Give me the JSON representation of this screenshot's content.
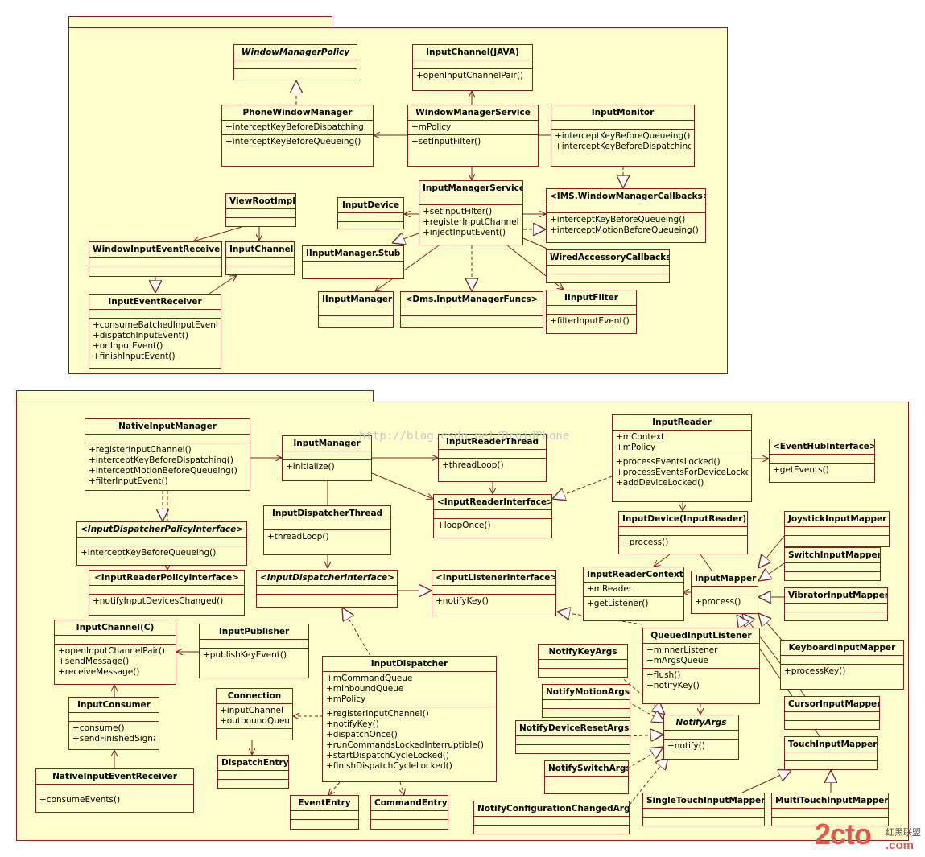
{
  "watermark": "http://blog.csdn.net/DroidPhone",
  "logo": {
    "main": "2cto",
    "suffix": ".com",
    "cn": "红黑联盟"
  },
  "classes": {
    "wmp": {
      "name": "WindowManagerPolicy",
      "attrs": [],
      "ops": []
    },
    "icj": {
      "name": "InputChannel(JAVA)",
      "attrs": [],
      "ops": [
        "+openInputChannelPair()"
      ]
    },
    "pwm": {
      "name": "PhoneWindowManager",
      "attrs": [
        "+interceptKeyBeforeDispatching"
      ],
      "ops": [
        "+interceptKeyBeforeQueueing()"
      ]
    },
    "wms": {
      "name": "WindowManagerService",
      "attrs": [
        "+mPolicy"
      ],
      "ops": [
        "+setInputFilter()"
      ]
    },
    "imon": {
      "name": "InputMonitor",
      "attrs": [],
      "ops": [
        "+interceptKeyBeforeQueueing()",
        "+interceptKeyBeforeDispatching()"
      ]
    },
    "vri": {
      "name": "ViewRootImpl",
      "attrs": [],
      "ops": []
    },
    "idev": {
      "name": "InputDevice",
      "attrs": [],
      "ops": []
    },
    "ims": {
      "name": "InputManagerService",
      "attrs": [],
      "ops": [
        "+setInputFilter()",
        "+registerInputChannel()",
        "+injectInputEvent()"
      ]
    },
    "wmc": {
      "name": "<IMS.WindowManagerCallbacks>",
      "attrs": [],
      "ops": [
        "+interceptKeyBeforeQueueing()",
        "+interceptMotionBeforeQueueing()"
      ]
    },
    "wier": {
      "name": "WindowInputEventReceiver",
      "attrs": [],
      "ops": []
    },
    "ich": {
      "name": "InputChannel",
      "attrs": [],
      "ops": []
    },
    "ims_stub": {
      "name": "IInputManager.Stub",
      "attrs": [],
      "ops": []
    },
    "wac": {
      "name": "WiredAccessoryCallbacks",
      "attrs": [],
      "ops": []
    },
    "ier": {
      "name": "InputEventReceiver",
      "attrs": [],
      "ops": [
        "+consumeBatchedInputEvents()",
        "+dispatchInputEvent()",
        "+onInputEvent()",
        "+finishInputEvent()"
      ]
    },
    "iim": {
      "name": "IInputManager",
      "attrs": [],
      "ops": []
    },
    "dims": {
      "name": "<Dms.InputManagerFuncs>",
      "attrs": [],
      "ops": []
    },
    "iif": {
      "name": "IInputFilter",
      "attrs": [],
      "ops": [
        "+filterInputEvent()"
      ]
    },
    "nim": {
      "name": "NativeInputManager",
      "attrs": [],
      "ops": [
        "+registerInputChannel()",
        "+interceptKeyBeforeDispatching()",
        "+interceptMotionBeforeQueueing()",
        "+filterInputEvent()"
      ]
    },
    "im": {
      "name": "InputManager",
      "attrs": [],
      "ops": [
        "+initialize()"
      ]
    },
    "irt": {
      "name": "InputReaderThread",
      "attrs": [],
      "ops": [
        "+threadLoop()"
      ]
    },
    "ir": {
      "name": "InputReader",
      "attrs": [
        "+mContext",
        "+mPolicy"
      ],
      "ops": [
        "+processEventsLocked()",
        "+processEventsForDeviceLocked()",
        "+addDeviceLocked()"
      ]
    },
    "ehi": {
      "name": "<EventHubInterface>",
      "attrs": [],
      "ops": [
        "+getEvents()"
      ]
    },
    "iri": {
      "name": "<InputReaderInterface>",
      "attrs": [],
      "ops": [
        "+loopOnce()"
      ]
    },
    "idt": {
      "name": "InputDispatcherThread",
      "attrs": [],
      "ops": [
        "+threadLoop()"
      ]
    },
    "idpi": {
      "name": "<InputDispatcherPolicyInterface>",
      "attrs": [],
      "ops": [
        "+interceptKeyBeforeQueueing()"
      ]
    },
    "idir": {
      "name": "InputDevice(InputReader)",
      "attrs": [],
      "ops": [
        "+process()"
      ]
    },
    "jim": {
      "name": "JoystickInputMapper",
      "attrs": [],
      "ops": []
    },
    "sim": {
      "name": "SwitchInputMapper",
      "attrs": [],
      "ops": []
    },
    "irpi": {
      "name": "<InputReaderPolicyInterface>",
      "attrs": [],
      "ops": [
        "+notifyInputDevicesChanged()"
      ]
    },
    "idi": {
      "name": "<InputDispatcherInterface>",
      "attrs": [],
      "ops": []
    },
    "ili": {
      "name": "<InputListenerInterface>",
      "attrs": [],
      "ops": [
        "+notifyKey()"
      ]
    },
    "irc": {
      "name": "InputReaderContext",
      "attrs": [
        "+mReader"
      ],
      "ops": [
        "+getListener()"
      ]
    },
    "imap": {
      "name": "InputMapper",
      "attrs": [],
      "ops": [
        "+process()"
      ]
    },
    "vim": {
      "name": "VibratorInputMapper",
      "attrs": [],
      "ops": []
    },
    "icc": {
      "name": "InputChannel(C)",
      "attrs": [],
      "ops": [
        "+openInputChannelPair()",
        "+sendMessage()",
        "+receiveMessage()"
      ]
    },
    "ipub": {
      "name": "InputPublisher",
      "attrs": [],
      "ops": [
        "+publishKeyEvent()"
      ]
    },
    "qil": {
      "name": "QueuedInputListener",
      "attrs": [
        "+mInnerListener",
        "+mArgsQueue"
      ],
      "ops": [
        "+flush()",
        "+notifyKey()"
      ]
    },
    "kim": {
      "name": "KeyboardInputMapper",
      "attrs": [],
      "ops": [
        "+processKey()"
      ]
    },
    "nka": {
      "name": "NotifyKeyArgs",
      "attrs": [],
      "ops": []
    },
    "idisp": {
      "name": "InputDispatcher",
      "attrs": [
        "+mCommandQueue",
        "+mInboundQueue",
        "+mPolicy"
      ],
      "ops": [
        "+registerInputChannel()",
        "+notifyKey()",
        "+dispatchOnce()",
        "+runCommandsLockedInterruptible()",
        "+startDispatchCycleLocked()",
        "+finishDispatchCycleLocked()"
      ]
    },
    "conn": {
      "name": "Connection",
      "attrs": [
        "+inputChannel",
        "+outboundQueue"
      ],
      "ops": []
    },
    "icons": {
      "name": "InputConsumer",
      "attrs": [],
      "ops": [
        "+consume()",
        "+sendFinishedSignal()"
      ]
    },
    "nma": {
      "name": "NotifyMotionArgs",
      "attrs": [],
      "ops": []
    },
    "cim": {
      "name": "CursorInputMapper",
      "attrs": [],
      "ops": []
    },
    "nargs": {
      "name": "NotifyArgs",
      "attrs": [],
      "ops": [
        "+notify()"
      ]
    },
    "ndra": {
      "name": "NotifyDeviceResetArgs",
      "attrs": [],
      "ops": []
    },
    "tim": {
      "name": "TouchInputMapper",
      "attrs": [],
      "ops": []
    },
    "de": {
      "name": "DispatchEntry",
      "attrs": [],
      "ops": []
    },
    "nsa": {
      "name": "NotifySwitchArgs",
      "attrs": [],
      "ops": []
    },
    "nier": {
      "name": "NativeInputEventReceiver",
      "attrs": [],
      "ops": [
        "+consumeEvents()"
      ]
    },
    "stim": {
      "name": "SingleTouchInputMapper",
      "attrs": [],
      "ops": []
    },
    "mtim": {
      "name": "MultiTouchInputMapper",
      "attrs": [],
      "ops": []
    },
    "ee": {
      "name": "EventEntry",
      "attrs": [],
      "ops": []
    },
    "ce": {
      "name": "CommandEntry",
      "attrs": [],
      "ops": []
    },
    "ncca": {
      "name": "NotifyConfigurationChangedArgs",
      "attrs": [],
      "ops": []
    }
  }
}
